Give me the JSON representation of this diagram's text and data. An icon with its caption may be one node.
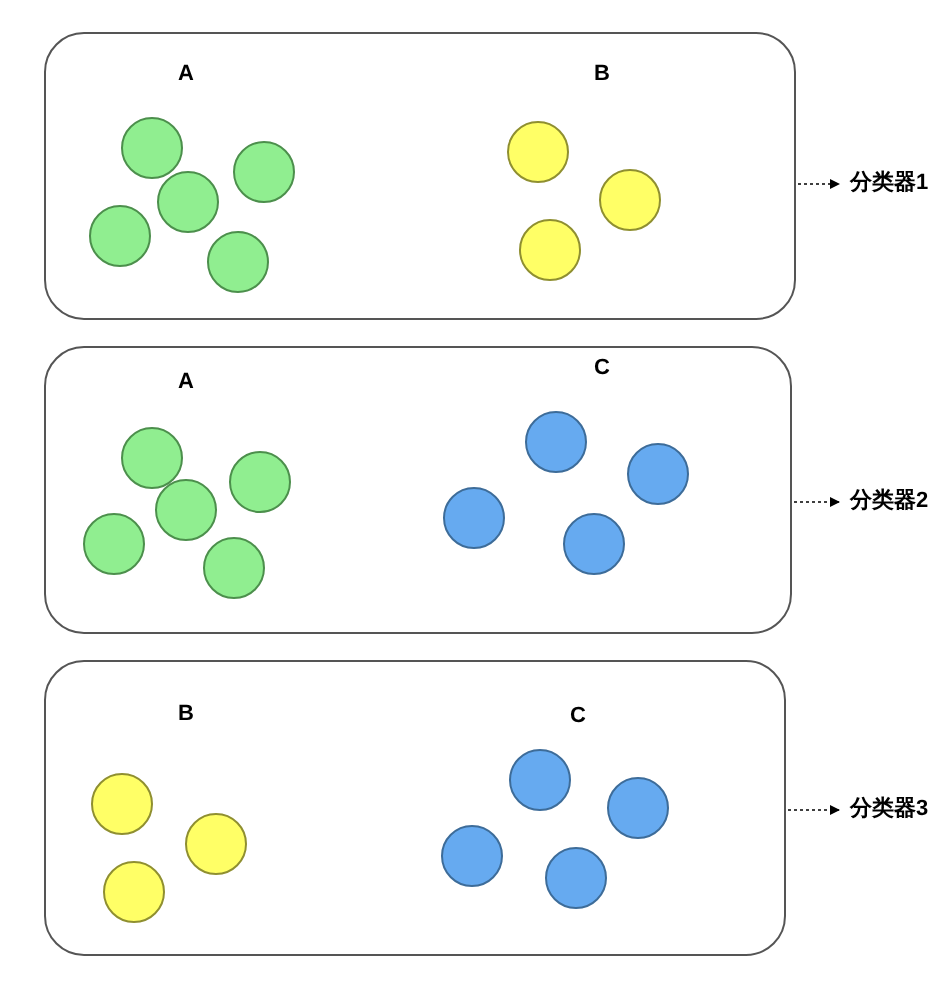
{
  "diagram": {
    "nodes": [
      {
        "text": [
          "A",
          "B"
        ]
      },
      {
        "text": [
          "分类器1"
        ]
      },
      {
        "text": [
          "A",
          "C"
        ]
      },
      {
        "text": [
          "分类器2"
        ]
      },
      {
        "text": [
          "B",
          "C"
        ]
      },
      {
        "text": [
          "分类器3"
        ]
      }
    ],
    "edges": [
      {
        "from": 0,
        "to": 1,
        "arrow": "to",
        "style": "dashed"
      },
      {
        "from": 2,
        "to": 3,
        "arrow": "to",
        "style": "dashed"
      },
      {
        "from": 4,
        "to": 5,
        "arrow": "to",
        "style": "dashed"
      }
    ]
  }
}
